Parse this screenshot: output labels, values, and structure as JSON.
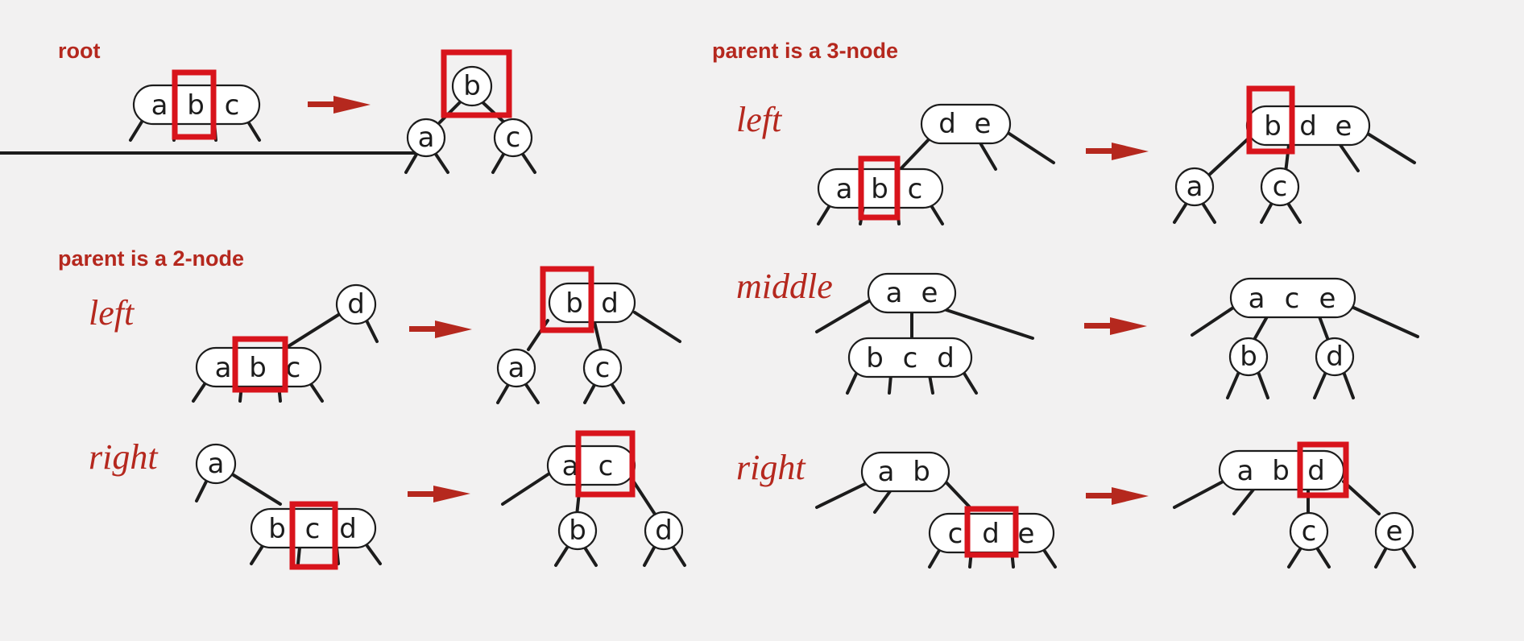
{
  "headers": {
    "root": "root",
    "parent_2node": "parent is a 2-node",
    "parent_3node": "parent is a 3-node"
  },
  "labels": {
    "left": "left",
    "right": "right",
    "middle": "middle"
  },
  "colors": {
    "accent": "#b5281e",
    "highlight": "#d8141c",
    "ink": "#1c1c1c",
    "background": "#f2f1f1"
  },
  "keys": {
    "root_before": [
      "a",
      "b",
      "c"
    ],
    "root_after_top": "b",
    "root_after_left": "a",
    "root_after_right": "c",
    "p2_left_before_parent": "d",
    "p2_left_before_child": [
      "a",
      "b",
      "c"
    ],
    "p2_left_after_parent": [
      "b",
      "d"
    ],
    "p2_left_after_l": "a",
    "p2_left_after_m": "c",
    "p2_right_before_parent": "a",
    "p2_right_before_child": [
      "b",
      "c",
      "d"
    ],
    "p2_right_after_parent": [
      "a",
      "c"
    ],
    "p2_right_after_m": "b",
    "p2_right_after_r": "d",
    "p3_left_before_parent": [
      "d",
      "e"
    ],
    "p3_left_before_child": [
      "a",
      "b",
      "c"
    ],
    "p3_left_after_parent": [
      "b",
      "d",
      "e"
    ],
    "p3_left_after_a": "a",
    "p3_left_after_b": "c",
    "p3_mid_before_parent": [
      "a",
      "e"
    ],
    "p3_mid_before_child": [
      "b",
      "c",
      "d"
    ],
    "p3_mid_after_parent": [
      "a",
      "c",
      "e"
    ],
    "p3_mid_after_a": "b",
    "p3_mid_after_b": "d",
    "p3_right_before_parent": [
      "a",
      "b"
    ],
    "p3_right_before_child": [
      "c",
      "d",
      "e"
    ],
    "p3_right_after_parent": [
      "a",
      "b",
      "d"
    ],
    "p3_right_after_a": "c",
    "p3_right_after_b": "e"
  }
}
